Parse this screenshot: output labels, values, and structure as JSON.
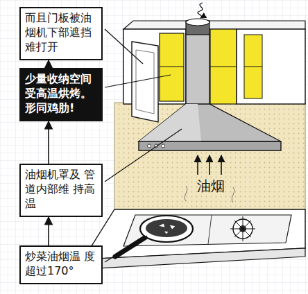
{
  "diagram": {
    "nodes": [
      {
        "text": [
          "而且门板被油 烟机下部遮挡 难打开"
        ]
      },
      {
        "text": [
          "少量收纳空间 受高温烘烤。 形同鸡肋!"
        ]
      },
      {
        "text": [
          "油烟机罩及 管道内部维 持高温"
        ]
      },
      {
        "text": [
          "炒菜油烟温 度超过170°"
        ]
      }
    ],
    "edges": [
      {
        "from": 1,
        "to": 0,
        "arrow": "to"
      },
      {
        "from": 2,
        "to": 1,
        "arrow": "to"
      },
      {
        "from": 3,
        "to": 2,
        "arrow": "to"
      }
    ],
    "labels": [
      "油烟"
    ]
  }
}
